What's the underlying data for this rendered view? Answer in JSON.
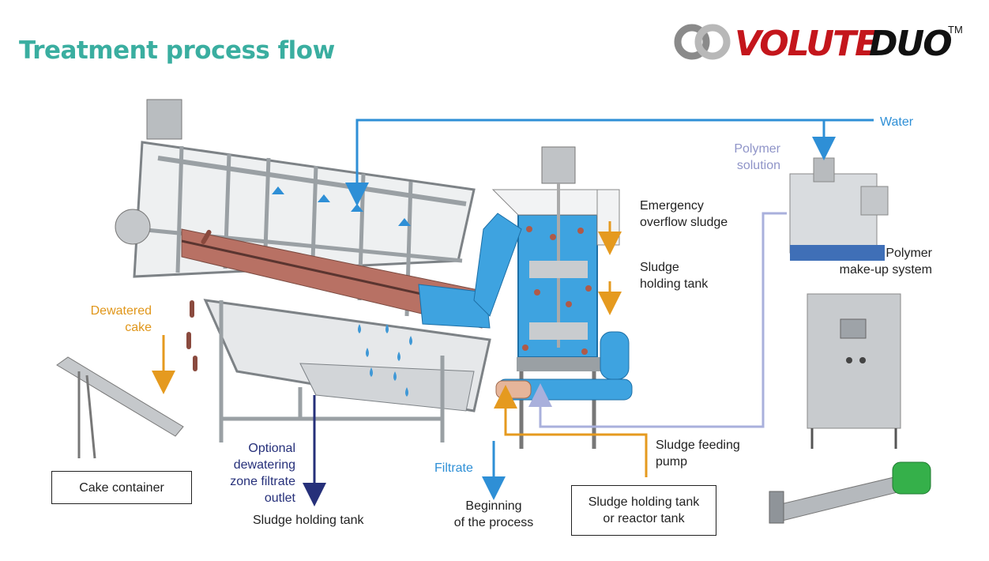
{
  "title": "Treatment process flow",
  "brand": {
    "part1": "VOLUTE",
    "part2": "DUO",
    "mark": "TM"
  },
  "colors": {
    "title": "#3aaea0",
    "water": "#2e8fd6",
    "polymer": "#a9b0dc",
    "sludge": "#e59a1f",
    "filtrate_outlet": "#26307a",
    "brand_red": "#c4161c"
  },
  "labels": {
    "water": "Water",
    "polymer_solution_1": "Polymer",
    "polymer_solution_2": "solution",
    "emergency_1": "Emergency",
    "emergency_2": "overflow sludge",
    "holding_1": "Sludge",
    "holding_2": "holding tank",
    "polymer_makeup_1": "Polymer",
    "polymer_makeup_2": "make-up system",
    "dewatered_1": "Dewatered",
    "dewatered_2": "cake",
    "optional_1": "Optional",
    "optional_2": "dewatering",
    "optional_3": "zone filtrate",
    "optional_4": "outlet",
    "sludge_holding_tank_bottom": "Sludge holding tank",
    "filtrate": "Filtrate",
    "beginning_1": "Beginning",
    "beginning_2": "of the process",
    "feeding_1": "Sludge feeding",
    "feeding_2": "pump",
    "cake_container": "Cake container",
    "reactor_1": "Sludge holding tank",
    "reactor_2": "or reactor tank"
  }
}
